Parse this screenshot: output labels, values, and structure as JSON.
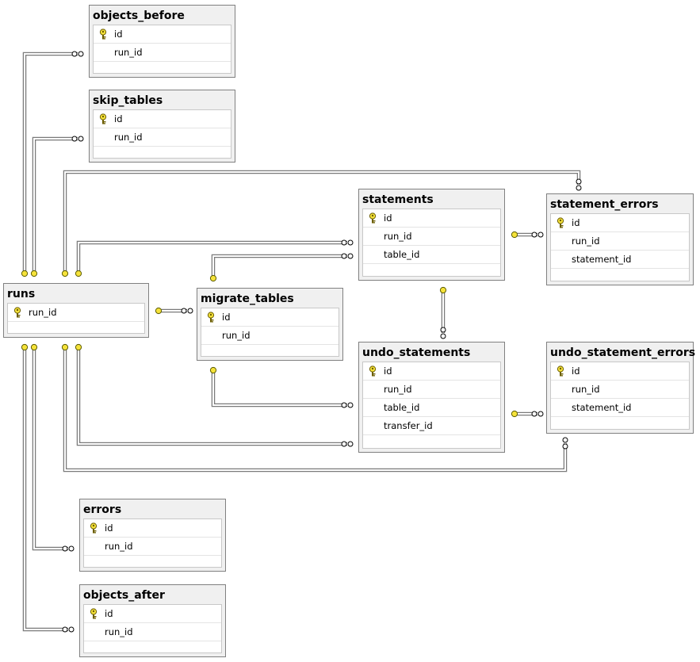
{
  "diagram": {
    "tables": [
      {
        "id": "objects_before",
        "name": "objects_before",
        "columns": [
          {
            "name": "id",
            "pk": true
          },
          {
            "name": "run_id",
            "pk": false
          }
        ]
      },
      {
        "id": "skip_tables",
        "name": "skip_tables",
        "columns": [
          {
            "name": "id",
            "pk": true
          },
          {
            "name": "run_id",
            "pk": false
          }
        ]
      },
      {
        "id": "runs",
        "name": "runs",
        "columns": [
          {
            "name": "run_id",
            "pk": true
          }
        ]
      },
      {
        "id": "migrate_tables",
        "name": "migrate_tables",
        "columns": [
          {
            "name": "id",
            "pk": true
          },
          {
            "name": "run_id",
            "pk": false
          }
        ]
      },
      {
        "id": "statements",
        "name": "statements",
        "columns": [
          {
            "name": "id",
            "pk": true
          },
          {
            "name": "run_id",
            "pk": false
          },
          {
            "name": "table_id",
            "pk": false
          }
        ]
      },
      {
        "id": "statement_errors",
        "name": "statement_errors",
        "columns": [
          {
            "name": "id",
            "pk": true
          },
          {
            "name": "run_id",
            "pk": false
          },
          {
            "name": "statement_id",
            "pk": false
          }
        ]
      },
      {
        "id": "undo_statements",
        "name": "undo_statements",
        "columns": [
          {
            "name": "id",
            "pk": true
          },
          {
            "name": "run_id",
            "pk": false
          },
          {
            "name": "table_id",
            "pk": false
          },
          {
            "name": "transfer_id",
            "pk": false
          }
        ]
      },
      {
        "id": "undo_statement_errors",
        "name": "undo_statement_errors",
        "columns": [
          {
            "name": "id",
            "pk": true
          },
          {
            "name": "run_id",
            "pk": false
          },
          {
            "name": "statement_id",
            "pk": false
          }
        ]
      },
      {
        "id": "errors",
        "name": "errors",
        "columns": [
          {
            "name": "id",
            "pk": true
          },
          {
            "name": "run_id",
            "pk": false
          }
        ]
      },
      {
        "id": "objects_after",
        "name": "objects_after",
        "columns": [
          {
            "name": "id",
            "pk": true
          },
          {
            "name": "run_id",
            "pk": false
          }
        ]
      }
    ],
    "relationships": [
      {
        "from": "runs",
        "to": "objects_before"
      },
      {
        "from": "runs",
        "to": "skip_tables"
      },
      {
        "from": "runs",
        "to": "statement_errors"
      },
      {
        "from": "runs",
        "to": "statements"
      },
      {
        "from": "runs",
        "to": "migrate_tables"
      },
      {
        "from": "migrate_tables",
        "to": "statements"
      },
      {
        "from": "statements",
        "to": "statement_errors"
      },
      {
        "from": "statements",
        "to": "undo_statements"
      },
      {
        "from": "migrate_tables",
        "to": "undo_statements"
      },
      {
        "from": "undo_statements",
        "to": "undo_statement_errors"
      },
      {
        "from": "runs",
        "to": "undo_statements"
      },
      {
        "from": "runs",
        "to": "undo_statement_errors"
      },
      {
        "from": "runs",
        "to": "errors"
      },
      {
        "from": "runs",
        "to": "objects_after"
      }
    ],
    "colors": {
      "key": "#f5e23a",
      "line": "#808080",
      "header": "#f0f0f0",
      "border": "#808080"
    }
  }
}
